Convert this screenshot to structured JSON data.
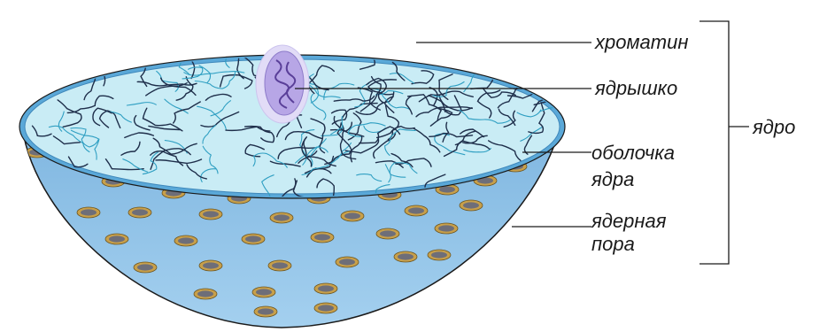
{
  "labels": {
    "chromatin": "хроматин",
    "nucleolus": "ядрышко",
    "envelope_line1": "оболочка",
    "envelope_line2": "ядра",
    "pore_line1": "ядерная",
    "pore_line2": "пора",
    "nucleus": "ядро"
  },
  "colors": {
    "outline": "#1a1a1a",
    "surface_fill": "#c9ecf5",
    "hemisphere_fill": "#8fc3e8",
    "envelope_rim": "#5aa8d8",
    "pore_ring": "#c8a04a",
    "pore_center": "#6e6e78",
    "nucleolus_fill": "#b7a6e6",
    "chromatin_dark": "#1e2e4a",
    "chromatin_light": "#2f9fc2"
  }
}
